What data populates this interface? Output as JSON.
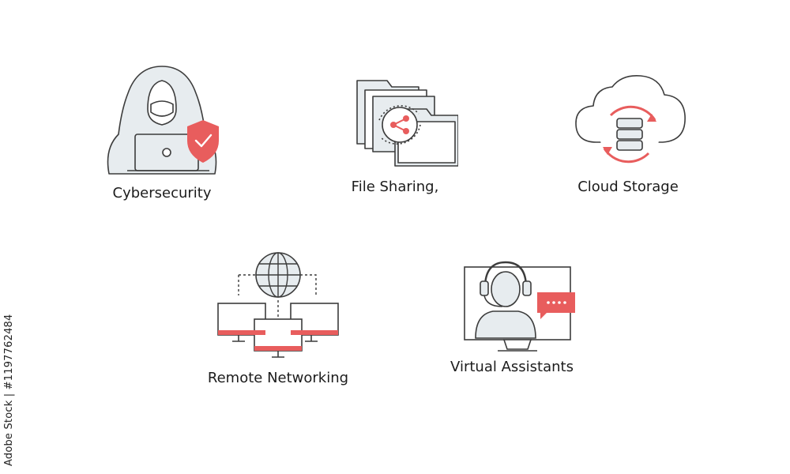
{
  "colors": {
    "stroke": "#3c3c3c",
    "fill_light": "#e7ecef",
    "accent": "#e85d5d",
    "text": "#1c1c1c"
  },
  "icons": [
    {
      "name": "hacker-laptop-shield-icon",
      "label": "Cybersecurity"
    },
    {
      "name": "shared-folders-icon",
      "label": "File Sharing,"
    },
    {
      "name": "cloud-database-sync-icon",
      "label": "Cloud Storage"
    },
    {
      "name": "globe-network-computers-icon",
      "label": "Remote Networking"
    },
    {
      "name": "monitor-headset-chat-icon",
      "label": "Virtual Assistants"
    }
  ],
  "watermark": {
    "text": "Adobe Stock | #1197762484"
  }
}
